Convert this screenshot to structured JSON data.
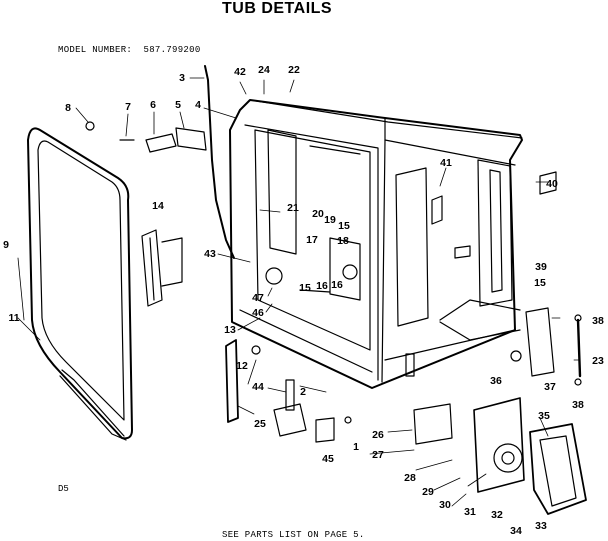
{
  "title": "TUB DETAILS",
  "model_label": "MODEL NUMBER:",
  "model_number": "587.799200",
  "diagram_code": "D5",
  "footer": "SEE PARTS LIST ON PAGE 5.",
  "callouts": [
    "3",
    "42",
    "24",
    "22",
    "8",
    "7",
    "6",
    "5",
    "4",
    "41",
    "40",
    "14",
    "21",
    "20",
    "19",
    "15",
    "9",
    "43",
    "17",
    "18",
    "39",
    "47",
    "15",
    "16",
    "16",
    "15",
    "46",
    "38",
    "11",
    "13",
    "12",
    "23",
    "44",
    "2",
    "36",
    "37",
    "38",
    "25",
    "35",
    "26",
    "1",
    "27",
    "45",
    "28",
    "29",
    "30",
    "31",
    "32",
    "33",
    "34"
  ],
  "colors": {
    "ink": "#000000",
    "paper": "#ffffff"
  }
}
